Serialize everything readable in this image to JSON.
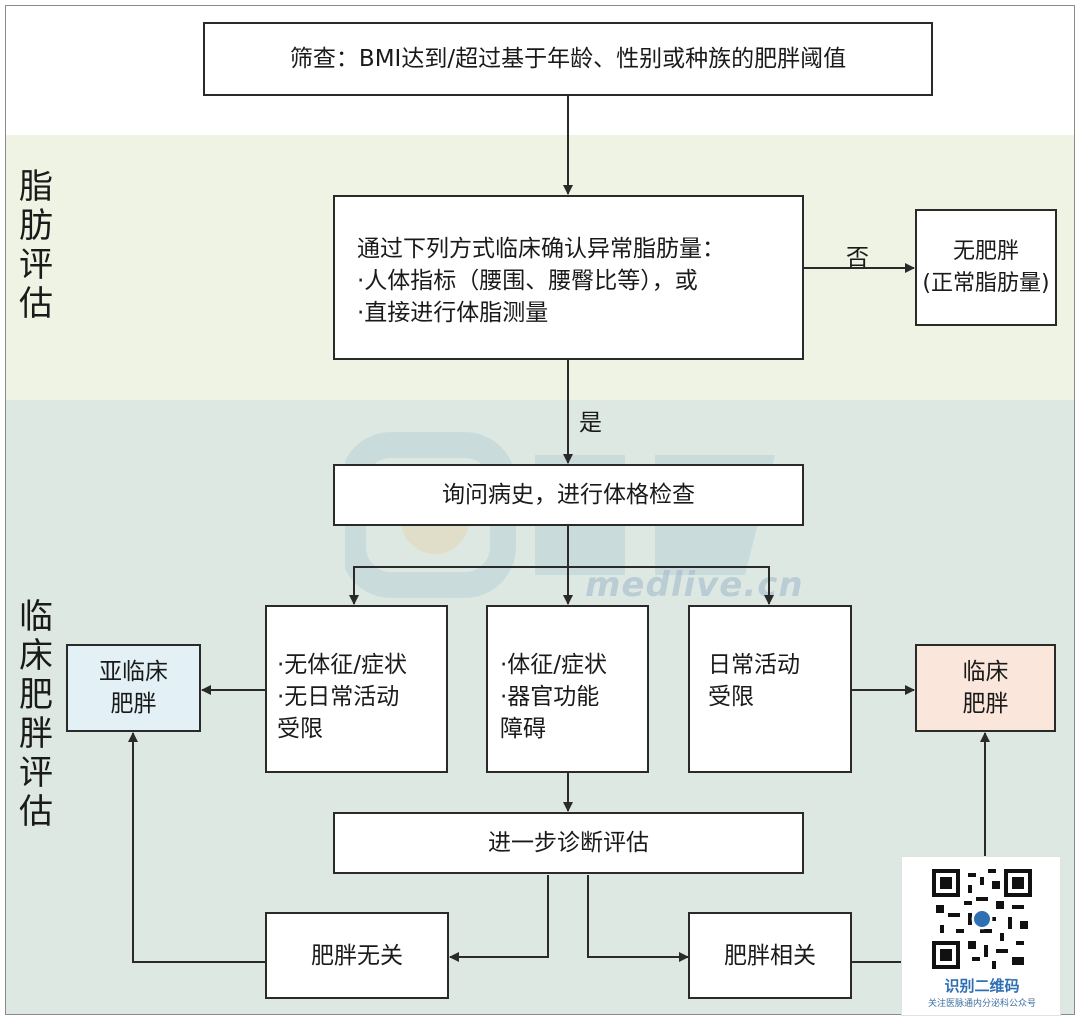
{
  "sections": {
    "fat_assessment": "脂\n肪\n评\n估",
    "clinical_assessment": "临\n床\n肥\n胖\n评\n估"
  },
  "nodes": {
    "screening": "筛查：BMI达到/超过基于年龄、性别或种族的肥胖阈值",
    "confirm_lines": [
      "通过下列方式临床确认异常脂肪量：",
      "·人体指标（腰围、腰臀比等），或",
      "·直接进行体脂测量"
    ],
    "no_obesity_lines": [
      "无肥胖",
      "(正常脂肪量)"
    ],
    "history": "询问病史，进行体格检查",
    "no_signs_lines": [
      "·无体征/症状",
      "·无日常活动",
      "受限"
    ],
    "signs_lines": [
      "·体征/症状",
      "·器官功能",
      "障碍"
    ],
    "daily_limited_lines": [
      "日常活动",
      "受限"
    ],
    "preclinical_lines": [
      "亚临床",
      "肥胖"
    ],
    "clinical_lines": [
      "临床",
      "肥胖"
    ],
    "further": "进一步诊断评估",
    "unrelated": "肥胖无关",
    "related": "肥胖相关"
  },
  "edge_labels": {
    "no": "否",
    "yes": "是"
  },
  "watermark": {
    "text": "medlive.cn"
  },
  "qr": {
    "title": "识别二维码",
    "subtitle": "关注医脉通内分泌科公众号"
  },
  "colors": {
    "band_fat": "#eef3e3",
    "band_clinical": "#dde8e2",
    "preclinical_fill": "#e3f0f5",
    "clinical_fill": "#fbe6dc",
    "line": "#2a2a2a"
  }
}
